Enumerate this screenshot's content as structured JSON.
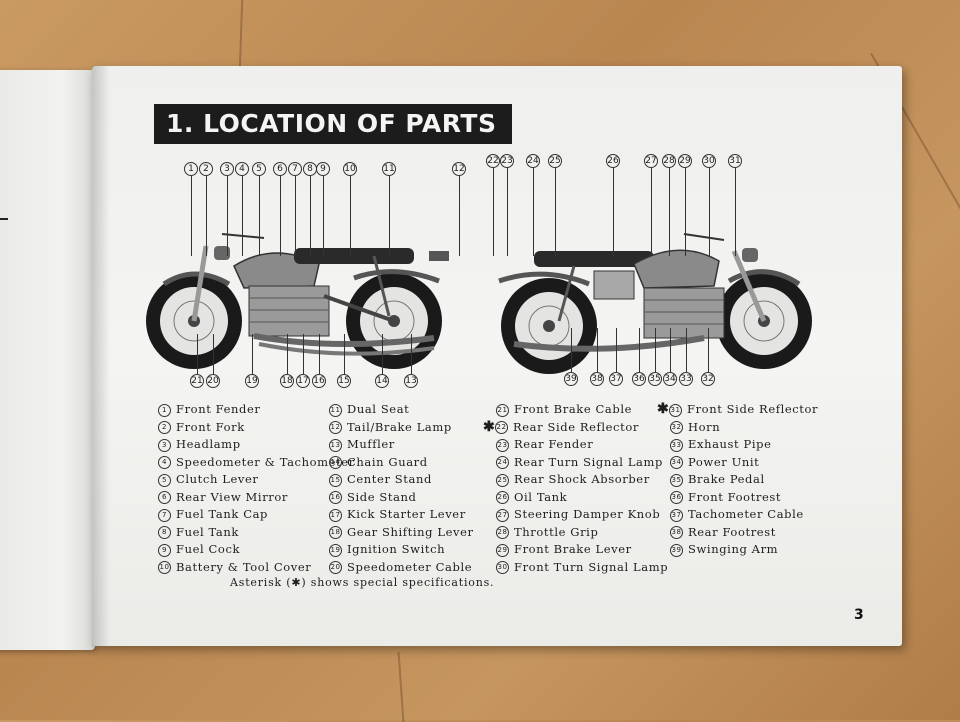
{
  "title": "1. LOCATION OF PARTS",
  "page_number": "3",
  "asterisk_note": "Asterisk (✱) shows special specifications.",
  "parts": [
    {
      "n": "1",
      "label": "Front Fender"
    },
    {
      "n": "2",
      "label": "Front Fork"
    },
    {
      "n": "3",
      "label": "Headlamp"
    },
    {
      "n": "4",
      "label": "Speedometer & Tachometer"
    },
    {
      "n": "5",
      "label": "Clutch Lever"
    },
    {
      "n": "6",
      "label": "Rear View Mirror"
    },
    {
      "n": "7",
      "label": "Fuel Tank Cap"
    },
    {
      "n": "8",
      "label": "Fuel Tank"
    },
    {
      "n": "9",
      "label": "Fuel Cock"
    },
    {
      "n": "10",
      "label": "Battery & Tool Cover"
    },
    {
      "n": "11",
      "label": "Dual Seat"
    },
    {
      "n": "12",
      "label": "Tail/Brake Lamp"
    },
    {
      "n": "13",
      "label": "Muffler"
    },
    {
      "n": "14",
      "label": "Chain Guard"
    },
    {
      "n": "15",
      "label": "Center Stand"
    },
    {
      "n": "16",
      "label": "Side Stand"
    },
    {
      "n": "17",
      "label": "Kick Starter Lever"
    },
    {
      "n": "18",
      "label": "Gear Shifting Lever"
    },
    {
      "n": "19",
      "label": "Ignition Switch"
    },
    {
      "n": "20",
      "label": "Speedometer Cable"
    },
    {
      "n": "21",
      "label": "Front Brake Cable"
    },
    {
      "n": "22",
      "label": "Rear Side Reflector",
      "special": true
    },
    {
      "n": "23",
      "label": "Rear Fender"
    },
    {
      "n": "24",
      "label": "Rear Turn Signal Lamp"
    },
    {
      "n": "25",
      "label": "Rear Shock Absorber"
    },
    {
      "n": "26",
      "label": "Oil Tank"
    },
    {
      "n": "27",
      "label": "Steering Damper Knob"
    },
    {
      "n": "28",
      "label": "Throttle Grip"
    },
    {
      "n": "29",
      "label": "Front Brake Lever"
    },
    {
      "n": "30",
      "label": "Front Turn Signal Lamp"
    },
    {
      "n": "31",
      "label": "Front Side Reflector",
      "special": true
    },
    {
      "n": "32",
      "label": "Horn"
    },
    {
      "n": "33",
      "label": "Exhaust Pipe"
    },
    {
      "n": "34",
      "label": "Power Unit"
    },
    {
      "n": "35",
      "label": "Brake Pedal"
    },
    {
      "n": "36",
      "label": "Front Footrest"
    },
    {
      "n": "37",
      "label": "Tachometer Cable"
    },
    {
      "n": "38",
      "label": "Rear Footrest"
    },
    {
      "n": "39",
      "label": "Swinging Arm"
    }
  ],
  "left_callouts_top": [
    "1",
    "2",
    "3",
    "4",
    "5",
    "6",
    "7",
    "8",
    "9",
    "10",
    "11",
    "12"
  ],
  "left_callouts_bottom": [
    "21",
    "20",
    "19",
    "18",
    "17",
    "16",
    "15",
    "14",
    "13"
  ],
  "right_callouts_top": [
    "22",
    "23",
    "24",
    "25",
    "26",
    "27",
    "28",
    "29",
    "30",
    "31"
  ],
  "right_callouts_bottom": [
    "39",
    "38",
    "37",
    "36",
    "35",
    "34",
    "33",
    "32"
  ]
}
